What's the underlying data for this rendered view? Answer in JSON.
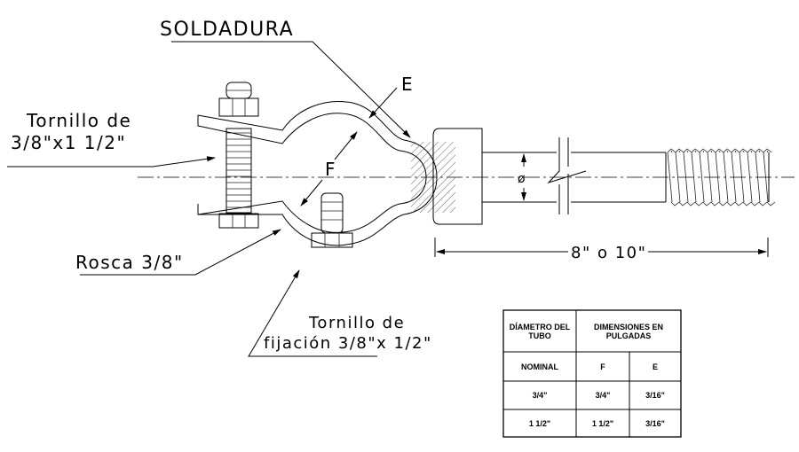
{
  "labels": {
    "weld": "SOLDADURA",
    "dim_e": "E",
    "dim_f": "F",
    "bolt_line1": "Tornillo de",
    "bolt_line2": "3/8\"x1  1/2\"",
    "thread": "Rosca 3/8\"",
    "fix_bolt_line1": "Tornillo de",
    "fix_bolt_line2": "fijación 3/8\"x 1/2\"",
    "diameter_symbol": "ø",
    "length": "8\" o 10\""
  },
  "table": {
    "header_col1_line1": "DÍAMETRO DEL",
    "header_col1_line2": "TUBO",
    "header_col2_line1": "DIMENSIONES EN",
    "header_col2_line2": "PULGADAS",
    "subheaders": [
      "NOMINAL",
      "F",
      "E"
    ],
    "rows": [
      [
        "3/4\"",
        "3/4\"",
        "3/16\""
      ],
      [
        "1  1/2\"",
        "1  1/2\"",
        "3/16\""
      ]
    ]
  }
}
